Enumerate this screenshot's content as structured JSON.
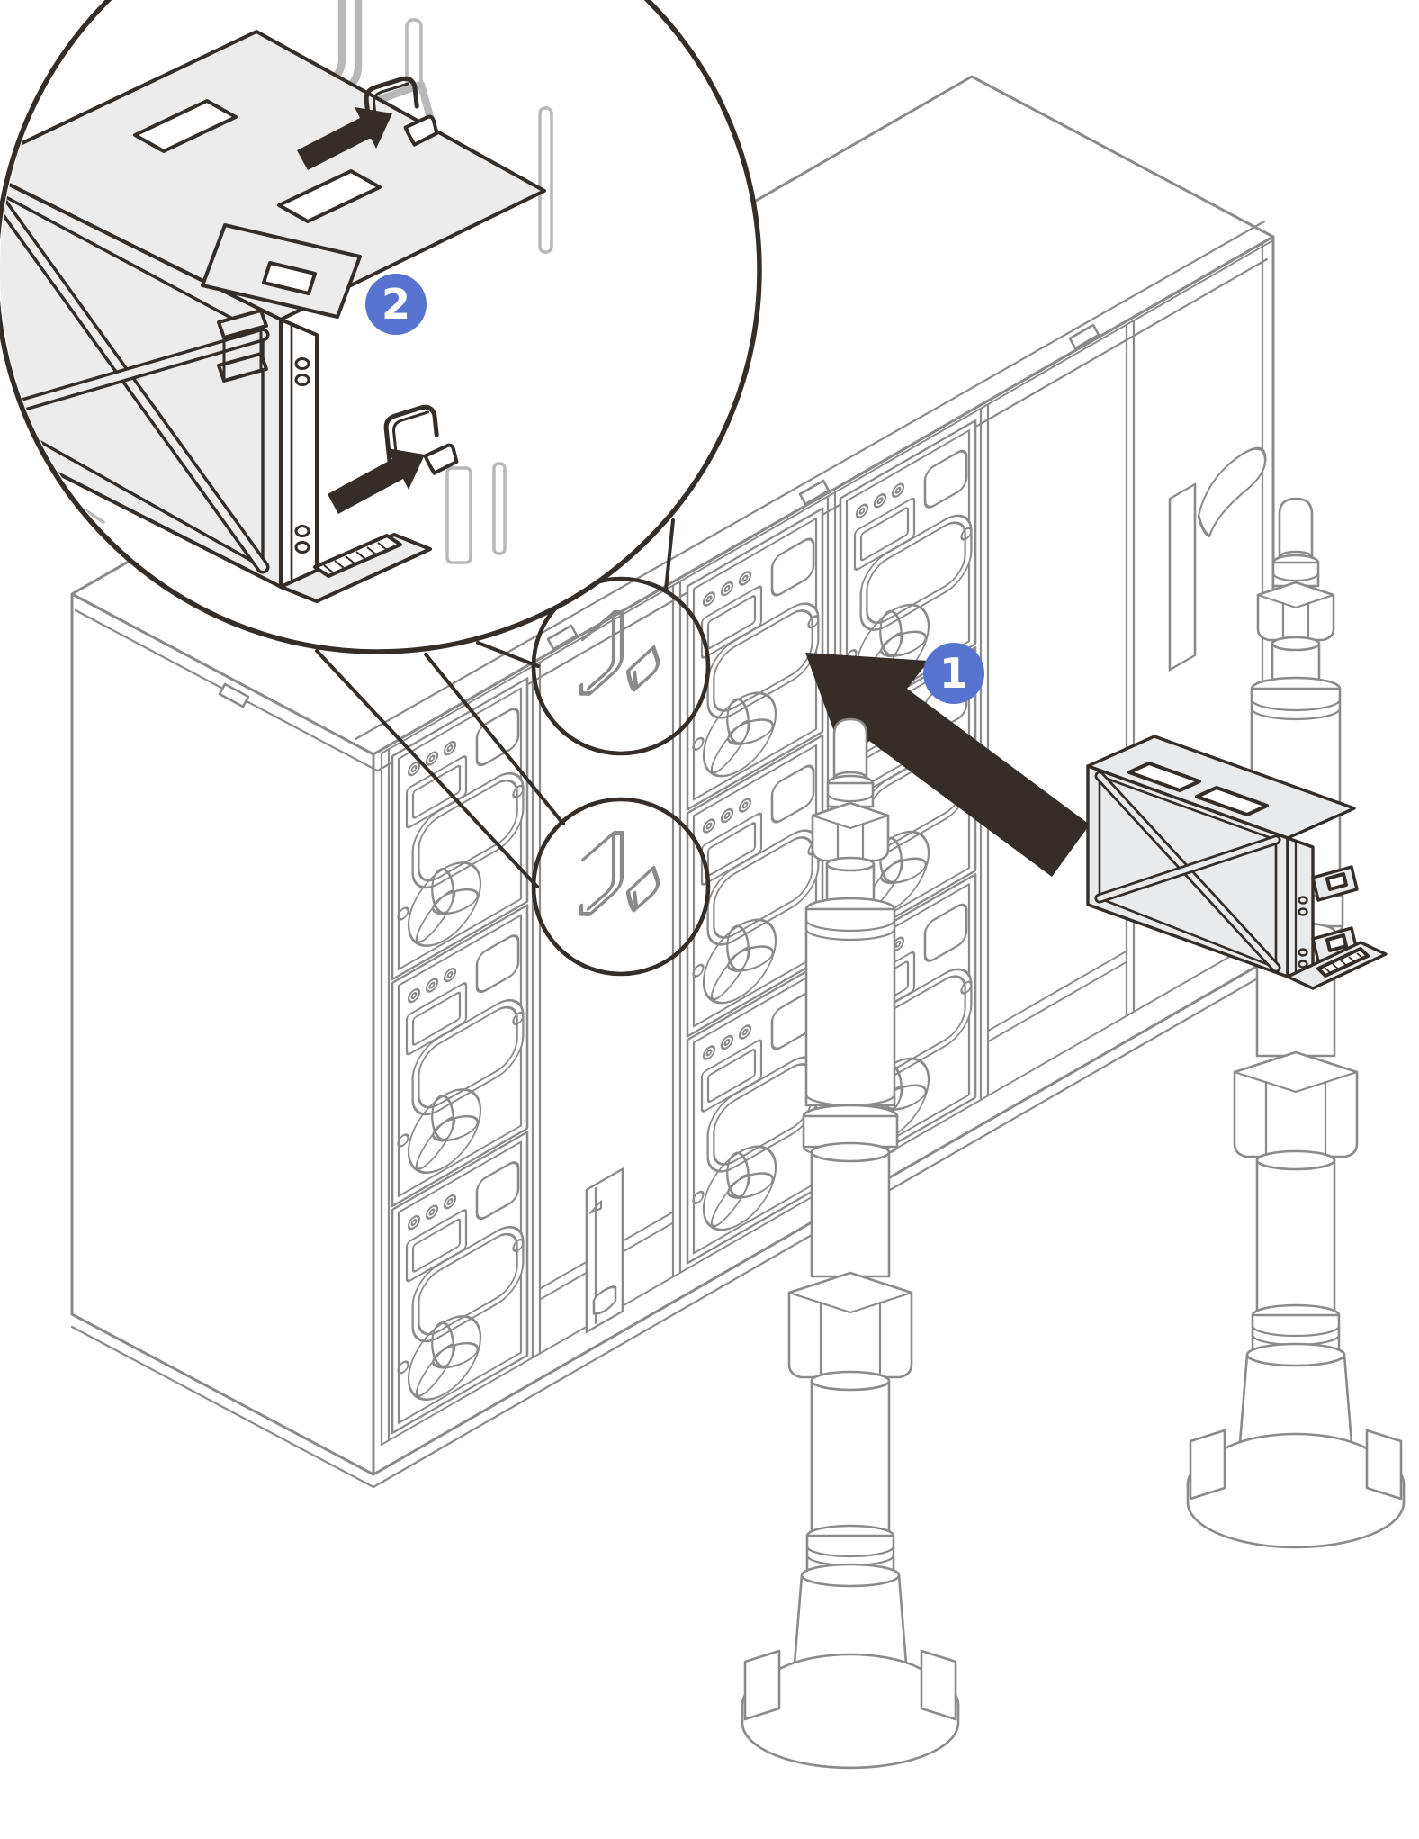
{
  "figure": {
    "callouts": {
      "step1": "1",
      "step2": "2"
    },
    "colors": {
      "outline_dark": "#342d28",
      "line_gray": "#8a8a8a",
      "line_light": "#b8b8b8",
      "fill_light": "#e9eaeb",
      "callout_blue": "#5673cf",
      "background": "#ffffff"
    },
    "parts": [
      "enclosure-chassis",
      "power-supply-units",
      "empty-bay-slots",
      "bay-hook-features",
      "filler-module",
      "filler-x-brace",
      "filler-latches",
      "latch-slot-brackets",
      "manifold-pipe-left",
      "manifold-pipe-right",
      "insertion-arrow",
      "latch-push-arrows",
      "magnified-detail-circle",
      "zoom-source-circles"
    ]
  }
}
